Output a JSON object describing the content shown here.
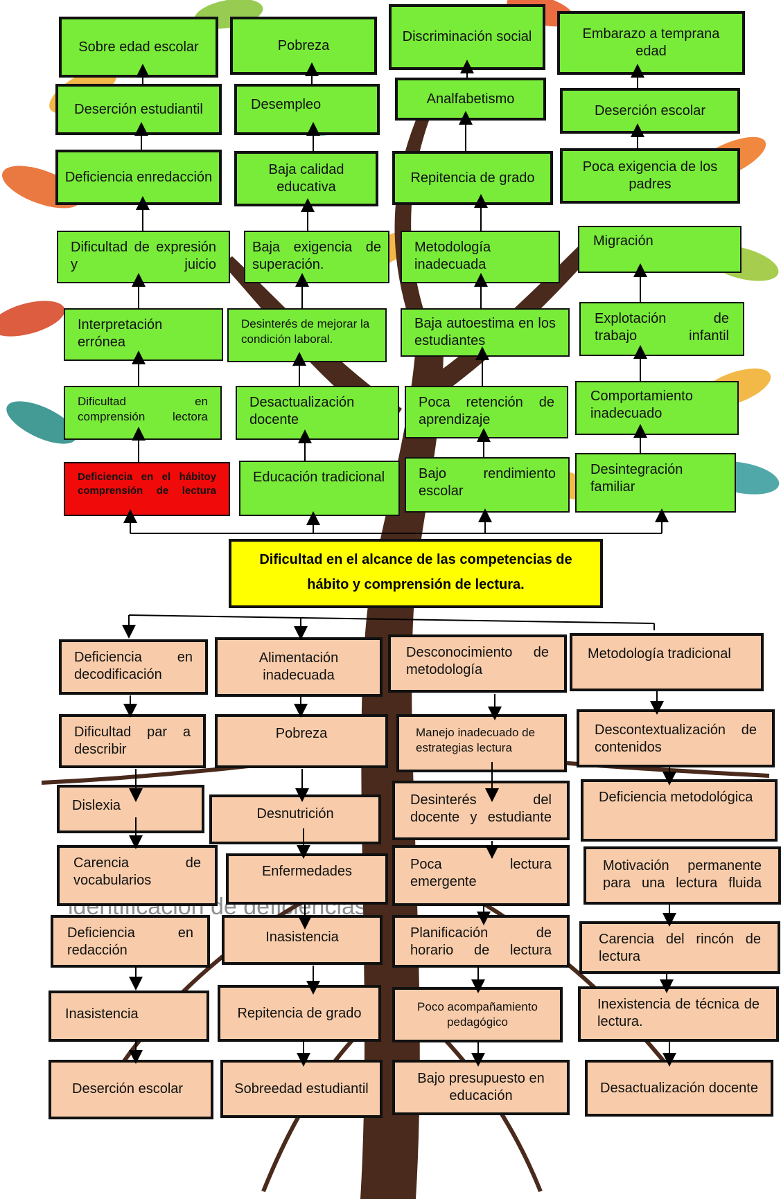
{
  "colors": {
    "effects": "#79ec3a",
    "causes": "#f8ccaa",
    "highlight": "#f00a0a",
    "problem": "#ffff00"
  },
  "problem": {
    "line1": "Dificultad en el alcance de las competencias de",
    "line2": "hábito y  comprensión de  lectura."
  },
  "effects": {
    "col1": [
      "Sobre edad escolar",
      "Deserción estudiantil",
      "Deficiencia enredacción",
      "Dificultad de expresión y juicio",
      "Interpretación errónea",
      "Dificultad en comprensión lectora",
      "Deficiencia en el hábitoy comprensión de lectura"
    ],
    "col2": [
      "Pobreza",
      "Desempleo",
      "Baja calidad educativa",
      "Baja exigencia de superación.",
      "Desinterés de mejorar la condición laboral.",
      "Desactualización docente",
      "Educación tradicional"
    ],
    "col3": [
      "Discriminación social",
      "Analfabetismo",
      "Repitencia de grado",
      "Metodología inadecuada",
      "Baja autoestima en los estudiantes",
      "Poca retención de aprendizaje",
      "Bajo rendimiento escolar"
    ],
    "col4": [
      "Embarazo a temprana edad",
      "Deserción escolar",
      "Poca exigencia de los padres",
      "Migración",
      "Explotación de trabajo infantil",
      "Comportamiento inadecuado",
      "Desintegración familiar"
    ]
  },
  "causes": {
    "col1": [
      "Deficiencia en decodificación",
      "Dificultad par a describir",
      "Dislexia",
      "Carencia de vocabularios",
      "Deficiencia en redacción",
      "Inasistencia",
      "Deserción escolar"
    ],
    "col2": [
      "Alimentación inadecuada",
      "Pobreza",
      "Desnutrición",
      "Enfermedades",
      "Inasistencia",
      "Repitencia de grado",
      "Sobreedad estudiantil"
    ],
    "col3": [
      "Desconocimiento de metodología",
      "Manejo inadecuado de estrategias lectura",
      "Desinterés del docente y estudiante",
      "Poca lectura emergente",
      "Planificación de horario de lectura",
      "Poco acompañamiento pedagógico",
      "Bajo presupuesto en educación"
    ],
    "col4": [
      "Metodología tradicional",
      "Descontextualización de contenidos",
      "Deficiencia metodológica",
      "Motivación permanente para una lectura fluida",
      "Carencia del rincón de lectura",
      "Inexistencia de técnica de lectura.",
      "Desactualización docente"
    ]
  },
  "background_text": "identificación de deficiencias"
}
